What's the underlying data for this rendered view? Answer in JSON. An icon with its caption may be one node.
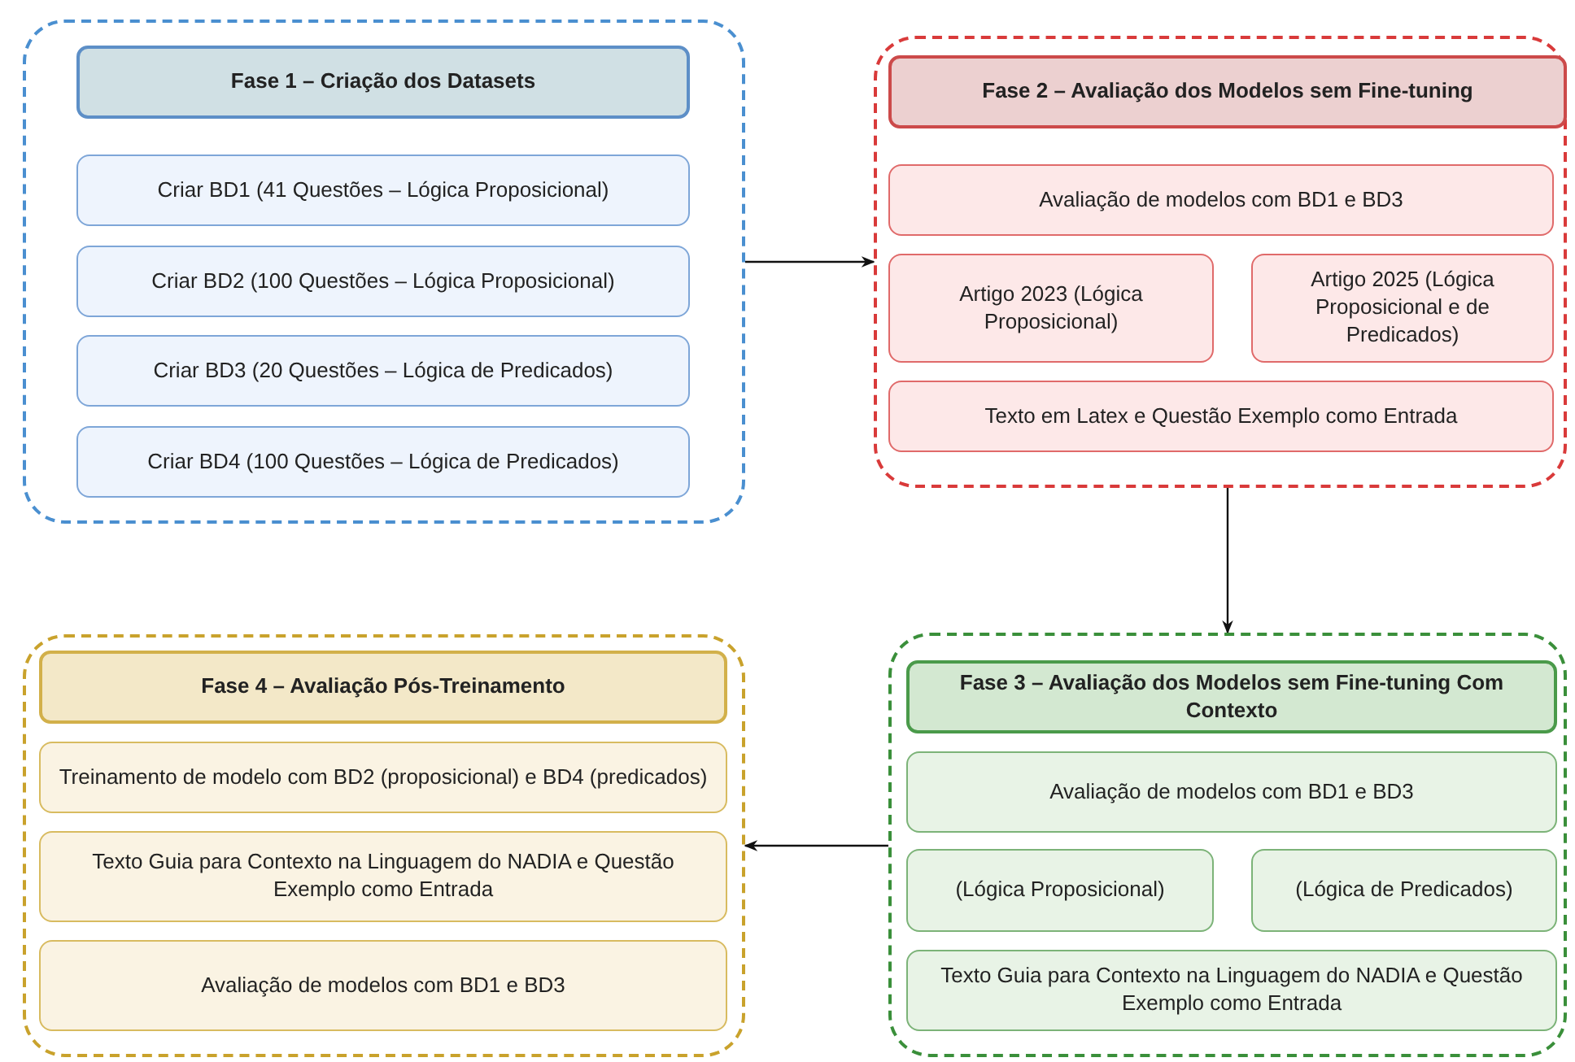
{
  "diagram": {
    "nodes": [
      {
        "text": [],
        "shape": "box"
      },
      {
        "text": [
          "Fase 1 – Criação dos Datasets"
        ],
        "in": 0
      },
      {
        "text": [
          "Criar BD1 (41 Questões – Lógica Proposicional)"
        ],
        "in": 0
      },
      {
        "text": [
          "Criar BD2 (100 Questões – Lógica Proposicional)"
        ],
        "in": 0
      },
      {
        "text": [
          "Criar BD3 (20 Questões – Lógica de Predicados)"
        ],
        "in": 0
      },
      {
        "text": [
          "Criar BD4 (100 Questões – Lógica de Predicados)"
        ],
        "in": 0
      },
      {
        "text": [],
        "shape": "box"
      },
      {
        "text": [
          "Fase 2 – Avaliação dos Modelos sem Fine-tuning"
        ],
        "in": 6
      },
      {
        "text": [
          "Avaliação de modelos com BD1 e BD3"
        ],
        "in": 6
      },
      {
        "text": [
          "Artigo 2023 (Lógica Proposicional)"
        ],
        "in": 6
      },
      {
        "text": [
          "Artigo 2025 (Lógica Proposicional e de Predicados)"
        ],
        "in": 6
      },
      {
        "text": [
          "Texto em Latex e Questão Exemplo como Entrada"
        ],
        "in": 6
      },
      {
        "text": [],
        "shape": "box"
      },
      {
        "text": [
          "Fase 4 – Avaliação Pós-Treinamento"
        ],
        "in": 12
      },
      {
        "text": [
          "Treinamento de modelo com BD2 (proposicional) e BD4 (predicados)"
        ],
        "in": 12
      },
      {
        "text": [
          "Texto Guia para Contexto na Linguagem do NADIA e Questão Exemplo como Entrada"
        ],
        "in": 12
      },
      {
        "text": [
          "Avaliação de modelos com BD1 e BD3"
        ],
        "in": 12
      },
      {
        "text": [],
        "shape": "box"
      },
      {
        "text": [
          "Fase 3 – Avaliação dos Modelos sem Fine-tuning Com Contexto"
        ],
        "in": 17
      },
      {
        "text": [
          "Avaliação de modelos com BD1 e BD3"
        ],
        "in": 17
      },
      {
        "text": [
          "(Lógica Proposicional)"
        ],
        "in": 17
      },
      {
        "text": [
          "(Lógica de Predicados)"
        ],
        "in": 17
      },
      {
        "text": [
          "Texto Guia para Contexto na Linguagem do NADIA e Questão Exemplo como Entrada"
        ],
        "in": 17
      }
    ],
    "edges": [
      {
        "from": 0,
        "to": 6,
        "arrow": "to"
      },
      {
        "from": 6,
        "to": 17,
        "arrow": "to"
      },
      {
        "from": 17,
        "to": 12,
        "arrow": "to"
      }
    ]
  }
}
